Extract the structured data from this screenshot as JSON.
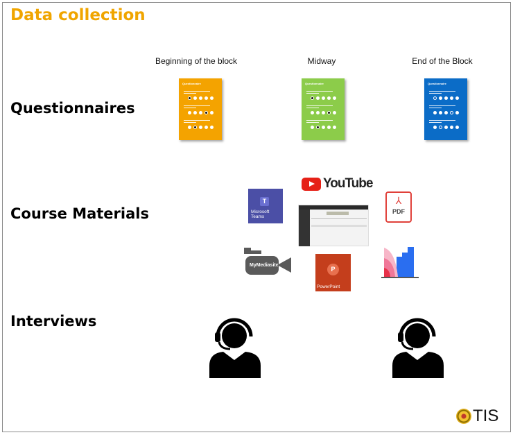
{
  "title": "Data collection",
  "sections": {
    "questionnaires": "Questionnaires",
    "course_materials": "Course Materials",
    "interviews": "Interviews"
  },
  "questionnaires": [
    {
      "label": "Beginning of the block",
      "card_title": "Questionnaire",
      "color": "#f4a300",
      "selected": [
        1,
        4,
        2
      ]
    },
    {
      "label": "Midway",
      "card_title": "Questionnaire",
      "color": "#8ccc4a",
      "selected": [
        1,
        4,
        2
      ]
    },
    {
      "label": "End of the Block",
      "card_title": "Questionnaire",
      "color": "#0b6cc7",
      "selected": [
        1,
        4,
        2
      ]
    }
  ],
  "materials": {
    "teams": "Microsoft Teams",
    "youtube": "YouTube",
    "pdf": "PDF",
    "mediasite": "MyMediasite",
    "powerpoint": "PowerPoint",
    "powerpoint_letter": "P"
  },
  "logo": "TIS"
}
